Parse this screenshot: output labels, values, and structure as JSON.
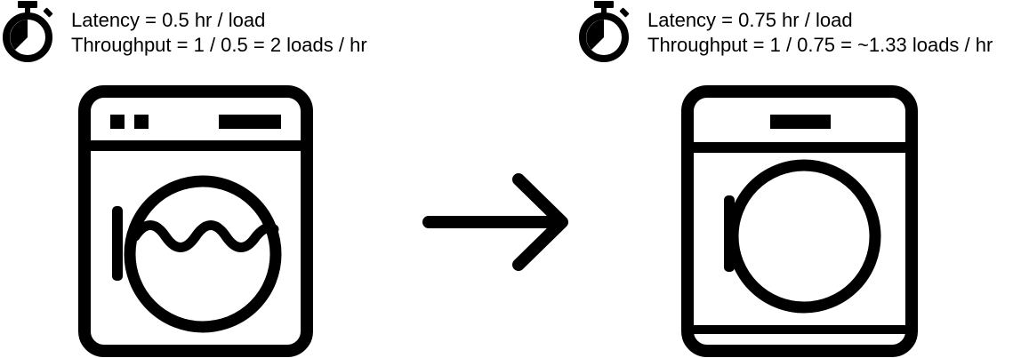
{
  "left_panel": {
    "latency_text": "Latency = 0.5 hr / load",
    "throughput_text": "Throughput = 1 / 0.5 = 2 loads / hr",
    "timer_icon": "stopwatch-icon",
    "machine_icon": "washing-machine-icon"
  },
  "right_panel": {
    "latency_text": "Latency = 0.75 hr / load",
    "throughput_text": "Throughput = 1 / 0.75 = ~1.33 loads / hr",
    "timer_icon": "stopwatch-icon",
    "machine_icon": "dryer-icon"
  },
  "transition_icon": "right-arrow-icon",
  "colors": {
    "ink": "#000000",
    "background": "#ffffff"
  }
}
